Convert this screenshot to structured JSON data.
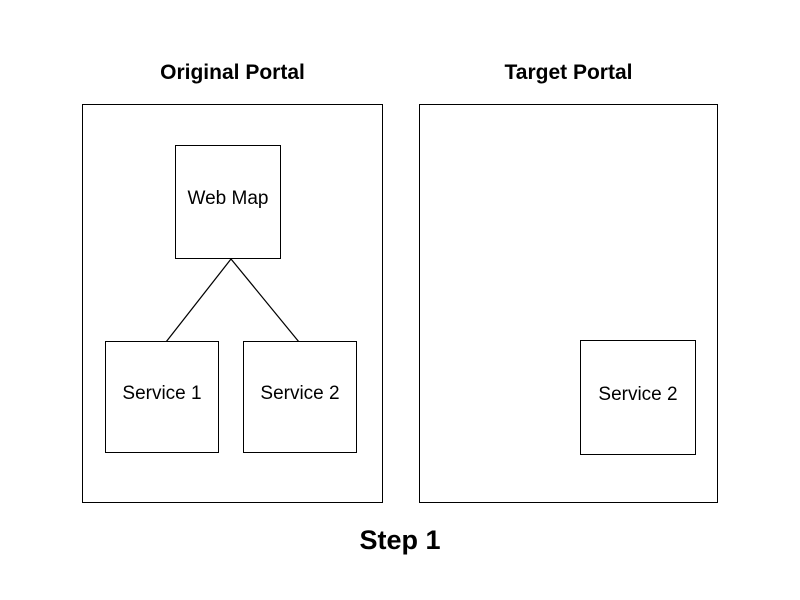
{
  "page": {
    "background_color": "#ffffff",
    "line_color": "#000000",
    "text_color": "#000000"
  },
  "diagram": {
    "original_portal": {
      "title": "Original Portal",
      "nodes": {
        "web_map": "Web Map",
        "service_1": "Service 1",
        "service_2": "Service 2"
      }
    },
    "target_portal": {
      "title": "Target Portal",
      "nodes": {
        "service_2": "Service 2"
      }
    },
    "connections": [
      {
        "from": "web_map",
        "to": "service_1"
      },
      {
        "from": "web_map",
        "to": "service_2"
      }
    ],
    "caption": "Step 1"
  }
}
